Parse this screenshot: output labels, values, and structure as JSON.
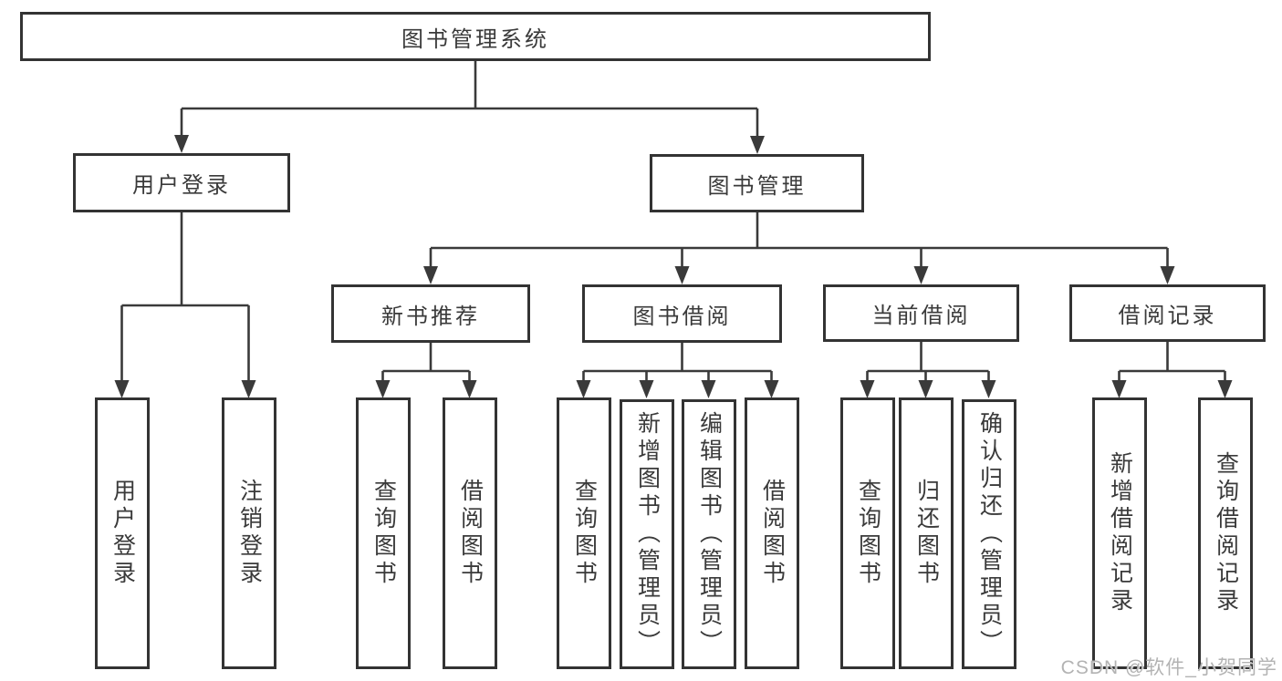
{
  "diagram": {
    "type": "hierarchy-tree",
    "root": {
      "label": "图书管理系统"
    },
    "level2": [
      {
        "label": "用户登录",
        "parent": "图书管理系统"
      },
      {
        "label": "图书管理",
        "parent": "图书管理系统"
      }
    ],
    "level3": [
      {
        "label": "新书推荐",
        "parent": "图书管理"
      },
      {
        "label": "图书借阅",
        "parent": "图书管理"
      },
      {
        "label": "当前借阅",
        "parent": "图书管理"
      },
      {
        "label": "借阅记录",
        "parent": "图书管理"
      }
    ],
    "leaves": [
      {
        "label": "用户登录",
        "parent": "用户登录"
      },
      {
        "label": "注销登录",
        "parent": "用户登录"
      },
      {
        "label": "查询图书",
        "parent": "新书推荐"
      },
      {
        "label": "借阅图书",
        "parent": "新书推荐"
      },
      {
        "label": "查询图书",
        "parent": "图书借阅"
      },
      {
        "label": "新增图书（管理员）",
        "parent": "图书借阅"
      },
      {
        "label": "编辑图书（管理员）",
        "parent": "图书借阅"
      },
      {
        "label": "借阅图书",
        "parent": "图书借阅"
      },
      {
        "label": "查询图书",
        "parent": "当前借阅"
      },
      {
        "label": "归还图书",
        "parent": "当前借阅"
      },
      {
        "label": "确认归还（管理员）",
        "parent": "当前借阅"
      },
      {
        "label": "新增借阅记录",
        "parent": "借阅记录"
      },
      {
        "label": "查询借阅记录",
        "parent": "借阅记录"
      }
    ]
  },
  "colors": {
    "background": "#ffffff",
    "box_border": "#333333",
    "connector_line": "#3a3a3a",
    "text": "#3a3a3a",
    "watermark": "#b3b3b3"
  },
  "watermark": {
    "text": "CSDN @软件_小贺同学"
  }
}
